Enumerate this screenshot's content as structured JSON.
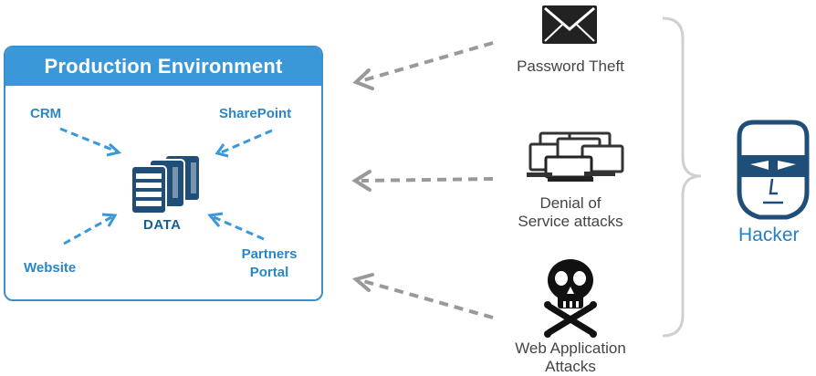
{
  "production": {
    "title": "Production Environment",
    "sources": {
      "crm": "CRM",
      "sharepoint": "SharePoint",
      "website": "Website",
      "partners_line1": "Partners",
      "partners_line2": "Portal"
    },
    "data_label": "DATA"
  },
  "threats": [
    {
      "label_line1": "Password Theft",
      "label_line2": "",
      "icon": "envelope-icon"
    },
    {
      "label_line1": "Denial of",
      "label_line2": "Service attacks",
      "icon": "network-computers-icon"
    },
    {
      "label_line1": "Web Application",
      "label_line2": "Attacks",
      "icon": "skull-crossbones-icon"
    }
  ],
  "hacker": {
    "label": "Hacker",
    "icon": "hacker-mask-icon"
  },
  "colors": {
    "accent_blue": "#3a98d8",
    "arrow_gray": "#999999",
    "icon_dark": "#222222"
  }
}
